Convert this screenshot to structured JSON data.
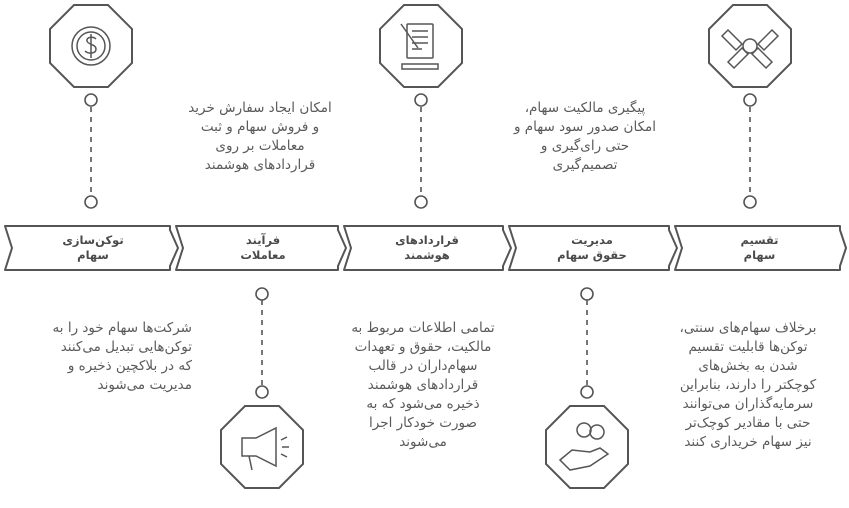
{
  "steps": [
    {
      "title_l1": "تقسیم",
      "title_l2": "سهام",
      "icon": "handshake-icon",
      "text": [
        "پیگیری مالکیت سهام،",
        "امکان صدور سود سهام و",
        "حتی رای‌گیری و",
        "تصمیم‌گیری"
      ],
      "text_bottom": [
        "برخلاف سهام‌های سنتی،",
        "توکن‌ها قابلیت تقسیم",
        "شدن به بخش‌های",
        "کوچکتر را دارند، بنابراین",
        "سرمایه‌گذاران می‌توانند",
        "حتی با مقادیر کوچک‌تر",
        "نیز سهام خریداری کنند"
      ]
    },
    {
      "title_l1": "مدیریت",
      "title_l2": "حقوق سهام",
      "icon": "coins-hand-icon"
    },
    {
      "title_l1": "قراردادهای",
      "title_l2": "هوشمند",
      "icon": "contract-icon",
      "text_bottom": [
        "تمامی اطلاعات مربوط به",
        "مالکیت، حقوق و تعهدات",
        "سهام‌داران در قالب",
        "قراردادهای هوشمند",
        "ذخیره می‌شود که به",
        "صورت خودکار اجرا",
        "می‌شوند"
      ]
    },
    {
      "title_l1": "فرآیند",
      "title_l2": "معاملات",
      "icon": "megaphone-icon",
      "text": [
        "امکان ایجاد سفارش خرید",
        "و فروش سهام و ثبت",
        "معاملات بر روی",
        "قراردادهای هوشمند"
      ]
    },
    {
      "title_l1": "توکن‌سازی",
      "title_l2": "سهام",
      "icon": "dollar-coin-icon",
      "text_bottom": [
        "شرکت‌ها سهام خود را به",
        "توکن‌هایی تبدیل می‌کنند",
        "که در بلاکچین ذخیره و",
        "مدیریت می‌شوند"
      ]
    }
  ]
}
